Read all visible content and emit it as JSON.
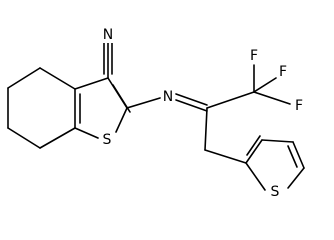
{
  "molecule": {
    "labels": {
      "nitrile_n": "N",
      "imine_n": "N",
      "ring_s_bicyclic": "S",
      "ring_s_thiophene": "S",
      "fluorine_top_left": "F",
      "fluorine_top_right": "F",
      "fluorine_right": "F"
    }
  }
}
